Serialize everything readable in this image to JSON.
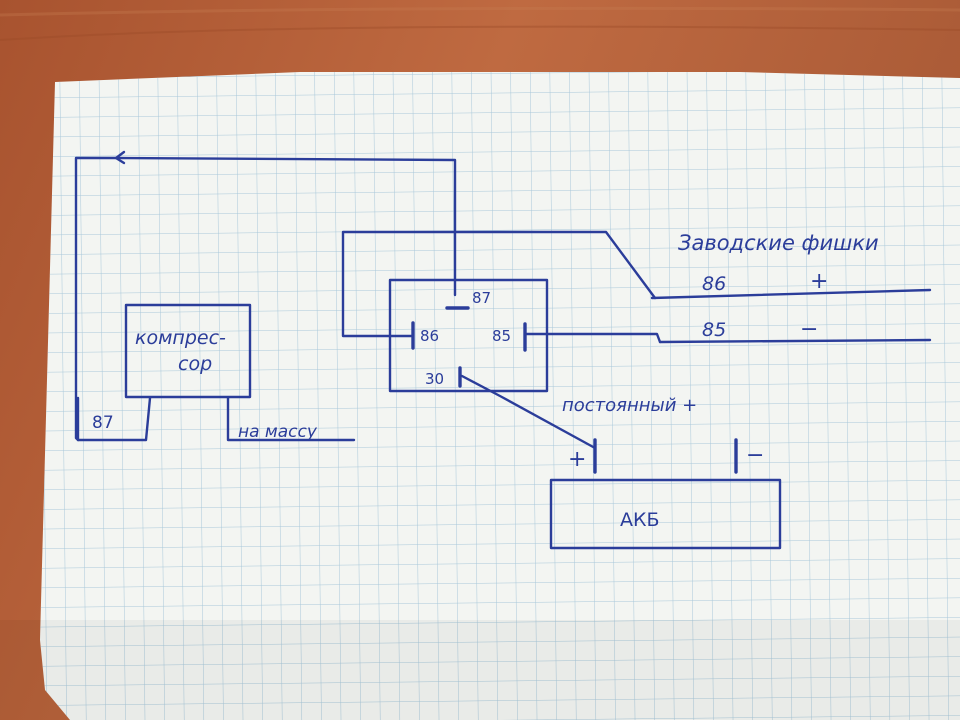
{
  "diagram": {
    "relay": {
      "pin_87": "87",
      "pin_86": "86",
      "pin_85": "85",
      "pin_30": "30"
    },
    "compressor": {
      "label_line1": "компрес-",
      "label_line2": "сор",
      "pin_87": "87",
      "ground_label": "на массу"
    },
    "factory_wires": {
      "title": "Заводские фишки",
      "wire_86_label": "86",
      "wire_86_sign": "+",
      "wire_85_label": "85",
      "wire_85_sign": "−"
    },
    "constant_plus_label": "постоянный +",
    "battery": {
      "label": "АКБ",
      "plus_sign": "+",
      "minus_sign": "−"
    }
  },
  "colors": {
    "ink": "#2b3d9a",
    "paper": "#f3f5f2",
    "grid": "#9fc2d6",
    "table": "#b5603a"
  }
}
